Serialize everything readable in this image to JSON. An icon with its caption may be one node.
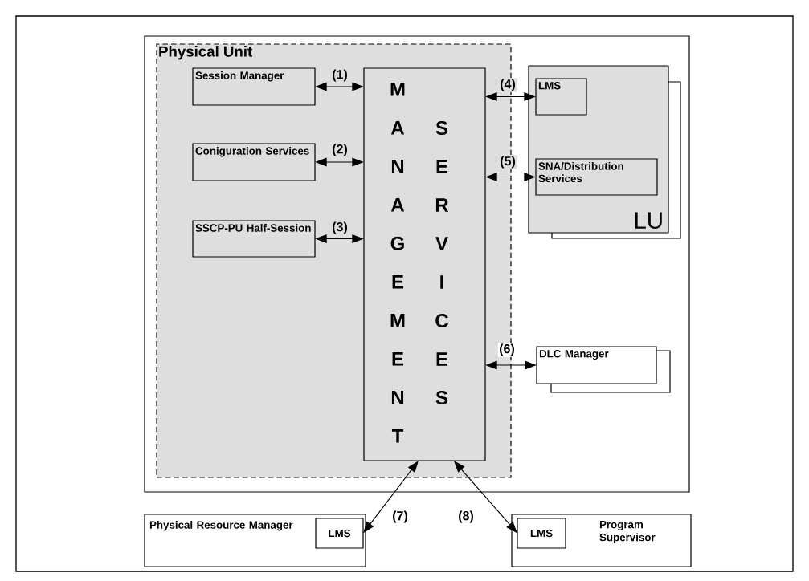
{
  "diagram": {
    "nodes": [
      {
        "text": [],
        "shape": "box"
      },
      {
        "text": [
          "Physical Unit"
        ],
        "in": 0
      },
      {
        "text": [
          "Session Manager"
        ],
        "in": 1
      },
      {
        "text": [
          "Coniguration Services"
        ],
        "in": 1
      },
      {
        "text": [
          "SSCP-PU Half-Session"
        ],
        "in": 1
      },
      {
        "text": [
          "MANAGEMENT",
          "SERVICES"
        ],
        "in": 1
      },
      {
        "text": [
          "LU"
        ],
        "in": 0
      },
      {
        "text": [
          "LMS"
        ],
        "in": 6
      },
      {
        "text": [
          "SNA/Distribution Services"
        ],
        "in": 6
      },
      {
        "text": [
          "DLC Manager"
        ],
        "in": 0
      },
      {
        "text": [
          "Physical Resource Manager"
        ]
      },
      {
        "text": [
          "LMS"
        ],
        "in": 10
      },
      {
        "text": [
          "Program Supervisor"
        ]
      },
      {
        "text": [
          "LMS"
        ],
        "in": 12
      }
    ],
    "edges": [
      {
        "from": 2,
        "to": 5,
        "arrow": "both",
        "label": "(1)"
      },
      {
        "from": 3,
        "to": 5,
        "arrow": "both",
        "label": "(2)"
      },
      {
        "from": 4,
        "to": 5,
        "arrow": "both",
        "label": "(3)"
      },
      {
        "from": 5,
        "to": 7,
        "arrow": "both",
        "label": "(4)"
      },
      {
        "from": 5,
        "to": 8,
        "arrow": "both",
        "label": "(5)"
      },
      {
        "from": 5,
        "to": 9,
        "arrow": "both",
        "label": "(6)"
      },
      {
        "from": 5,
        "to": 11,
        "arrow": "both",
        "label": "(7)"
      },
      {
        "from": 5,
        "to": 13,
        "arrow": "both",
        "label": "(8)"
      }
    ]
  }
}
